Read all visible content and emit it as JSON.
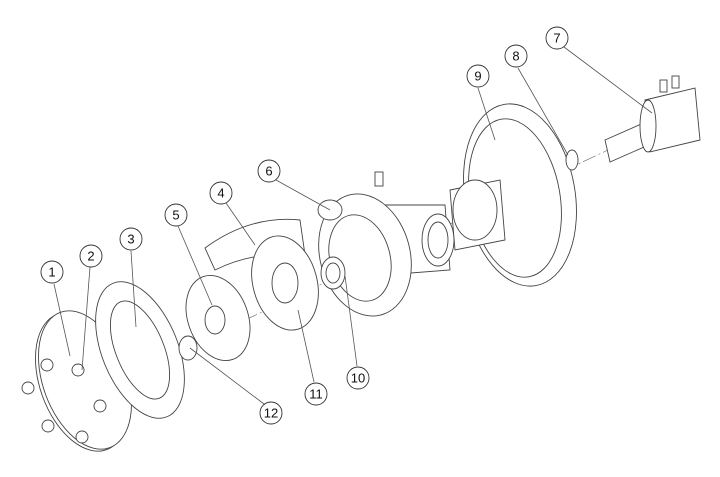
{
  "diagram": {
    "type": "exploded-parts-view",
    "callouts": [
      {
        "label": "1"
      },
      {
        "label": "2"
      },
      {
        "label": "3"
      },
      {
        "label": "4"
      },
      {
        "label": "5"
      },
      {
        "label": "6"
      },
      {
        "label": "7"
      },
      {
        "label": "8"
      },
      {
        "label": "9"
      },
      {
        "label": "10"
      },
      {
        "label": "11"
      },
      {
        "label": "12"
      }
    ]
  }
}
